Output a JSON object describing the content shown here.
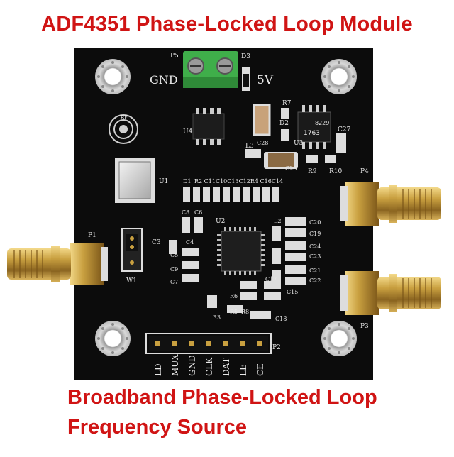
{
  "title": "ADF4351 Phase-Locked Loop Module",
  "caption_line1": "Broadband Phase-Locked Loop",
  "caption_line2": "Frequency Source",
  "colors": {
    "caption_red": "#d01414",
    "pcb_black": "#0c0c0c",
    "silkscreen": "#e8e8e8",
    "terminal_green": "#3fae4a",
    "connector_gold": "#c9a040"
  },
  "board": {
    "power_labels": {
      "gnd": "GND",
      "vcc": "5V"
    },
    "header_labels": [
      "LD",
      "MUX",
      "GND",
      "CLK",
      "DAT",
      "LE",
      "CE"
    ],
    "refdes": {
      "p5": "P5",
      "d3": "D3",
      "r7": "R7",
      "u4": "U4",
      "d2": "D2",
      "c27": "C27",
      "l3": "L3",
      "c28": "C28",
      "u3": "U3",
      "c26": "C26",
      "r9": "R9",
      "r10": "R10",
      "p4": "P4",
      "u1": "U1",
      "d1": "D1",
      "row_caps": "R2 C11C10C13C12R4 C16C14",
      "c8": "C8",
      "c6": "C6",
      "u2": "U2",
      "p1": "P1",
      "c3": "C3",
      "c4": "C4",
      "c5": "C5",
      "c9": "C9",
      "c7": "C7",
      "w1": "W1",
      "l2": "L2",
      "c20": "C20",
      "c19": "C19",
      "c24": "C24",
      "c23": "C23",
      "c21": "C21",
      "c22": "C22",
      "c17": "C17",
      "c15": "C15",
      "r6": "R6",
      "r5": "R5",
      "r8": "R8",
      "c18": "C18",
      "r3": "R3",
      "p3": "P3",
      "p2": "P2"
    },
    "chip_marking": [
      "8229",
      "1763"
    ]
  }
}
